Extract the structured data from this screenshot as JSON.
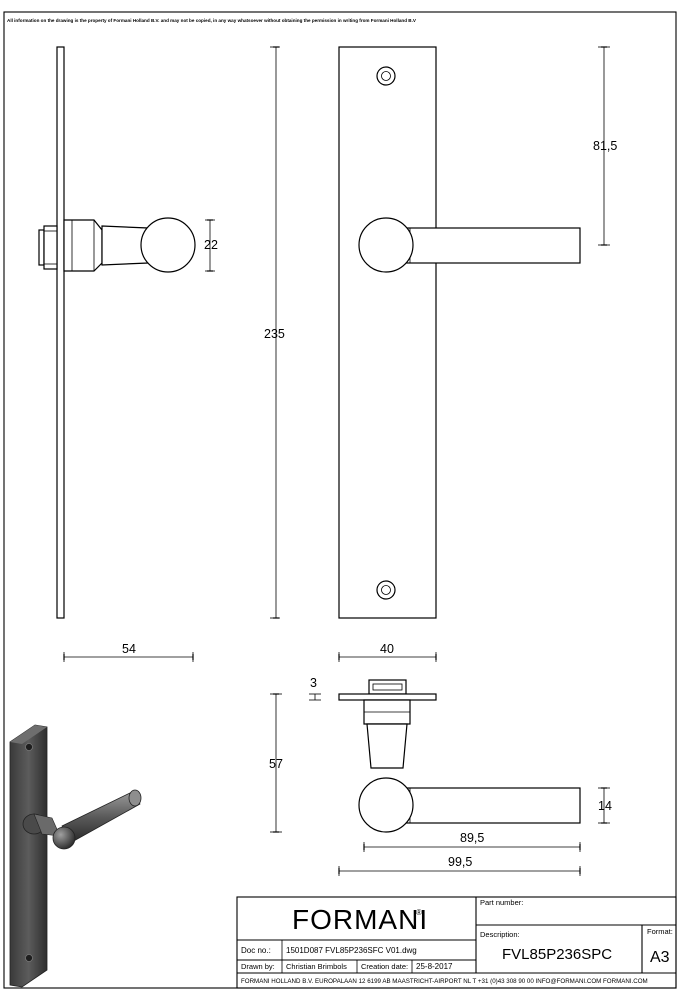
{
  "notice": "All information on the drawing is the property of Formani Holland B.V. and may not be copied, in any way whatsoever without obtaining the permission in writing from Formani Holland B.V",
  "dimensions": {
    "rose_diameter": "22",
    "plate_height": "235",
    "handle_height": "81,5",
    "projection": "54",
    "plate_width": "40",
    "plate_thickness": "3",
    "bottom_projection": "57",
    "lever_thickness": "14",
    "lever_length_inner": "89,5",
    "lever_length_total": "99,5"
  },
  "title_block": {
    "brand": "FORMANI",
    "registered_mark": "®",
    "part_number_label": "Part number:",
    "description_label": "Description:",
    "description": "FVL85P236SPC",
    "format_label": "Format:",
    "format": "A3",
    "doc_no_label": "Doc no.:",
    "doc_no": "1501D087 FVL85P236SFC V01.dwg",
    "drawn_by_label": "Drawn by:",
    "drawn_by": "Christian Brimbols",
    "creation_date_label": "Creation date:",
    "creation_date": "25-8-2017",
    "footer": "FORMANI HOLLAND B.V.  EUROPALAAN 12  6199 AB MAASTRICHT-AIRPORT NL  T +31 (0)43 308 90 00 INFO@FORMANI.COM FORMANI.COM"
  }
}
